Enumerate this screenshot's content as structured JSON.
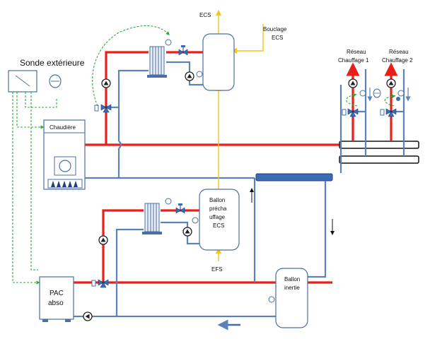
{
  "labels": {
    "ecs": "ECS",
    "bouclage_line1": "Bouclage",
    "bouclage_line2": "ECS",
    "sonde": "Sonde extérieure",
    "chaudiere": "Chaudière",
    "reseau1_line1": "Réseau",
    "reseau1_line2": "Chauffage 1",
    "reseau2_line1": "Réseau",
    "reseau2_line2": "Chauffage 2",
    "ballon_pre_line1": "Ballon",
    "ballon_pre_line2": "précha",
    "ballon_pre_line3": "uffage",
    "ballon_pre_line4": "ECS",
    "efs": "EFS",
    "pac_line1": "PAC",
    "pac_line2": "abso",
    "inertie_line1": "Ballon",
    "inertie_line2": "inertie"
  },
  "colors": {
    "hot_pipe": "#e8201a",
    "return_pipe": "#5b83b8",
    "water_pipe": "#f5c518",
    "signal": "#2faa3c",
    "collector": "#3a6db5"
  },
  "icons": [
    "circulator-pump-icon",
    "three-way-valve-icon",
    "plate-heat-exchanger-icon",
    "sensor-icon",
    "thermostat-icon",
    "flame-burner-icon"
  ]
}
